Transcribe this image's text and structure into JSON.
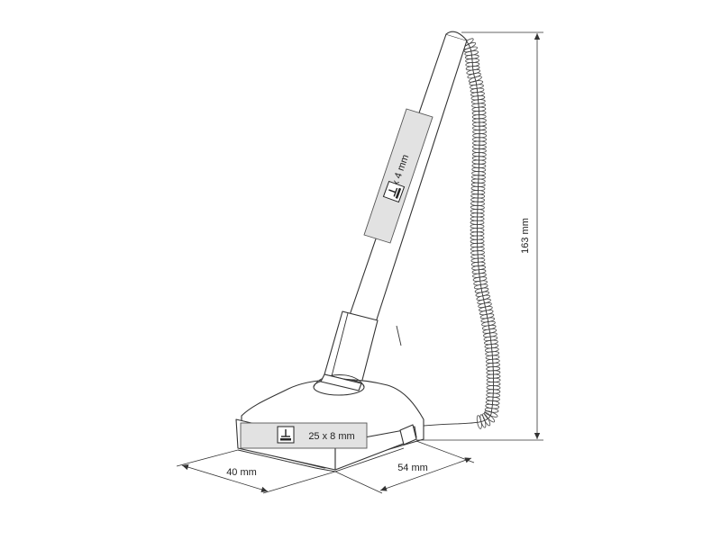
{
  "dimensions": {
    "height": "163 mm",
    "base_depth": "40 mm",
    "base_width": "54 mm"
  },
  "print_areas": {
    "pen": {
      "size": "45 x 4 mm",
      "icon": "pad-print-icon"
    },
    "base": {
      "size": "25 x 8 mm",
      "icon": "pad-print-icon"
    }
  },
  "colors": {
    "outline": "#333333",
    "print_area_fill": "#e2e2e2"
  }
}
